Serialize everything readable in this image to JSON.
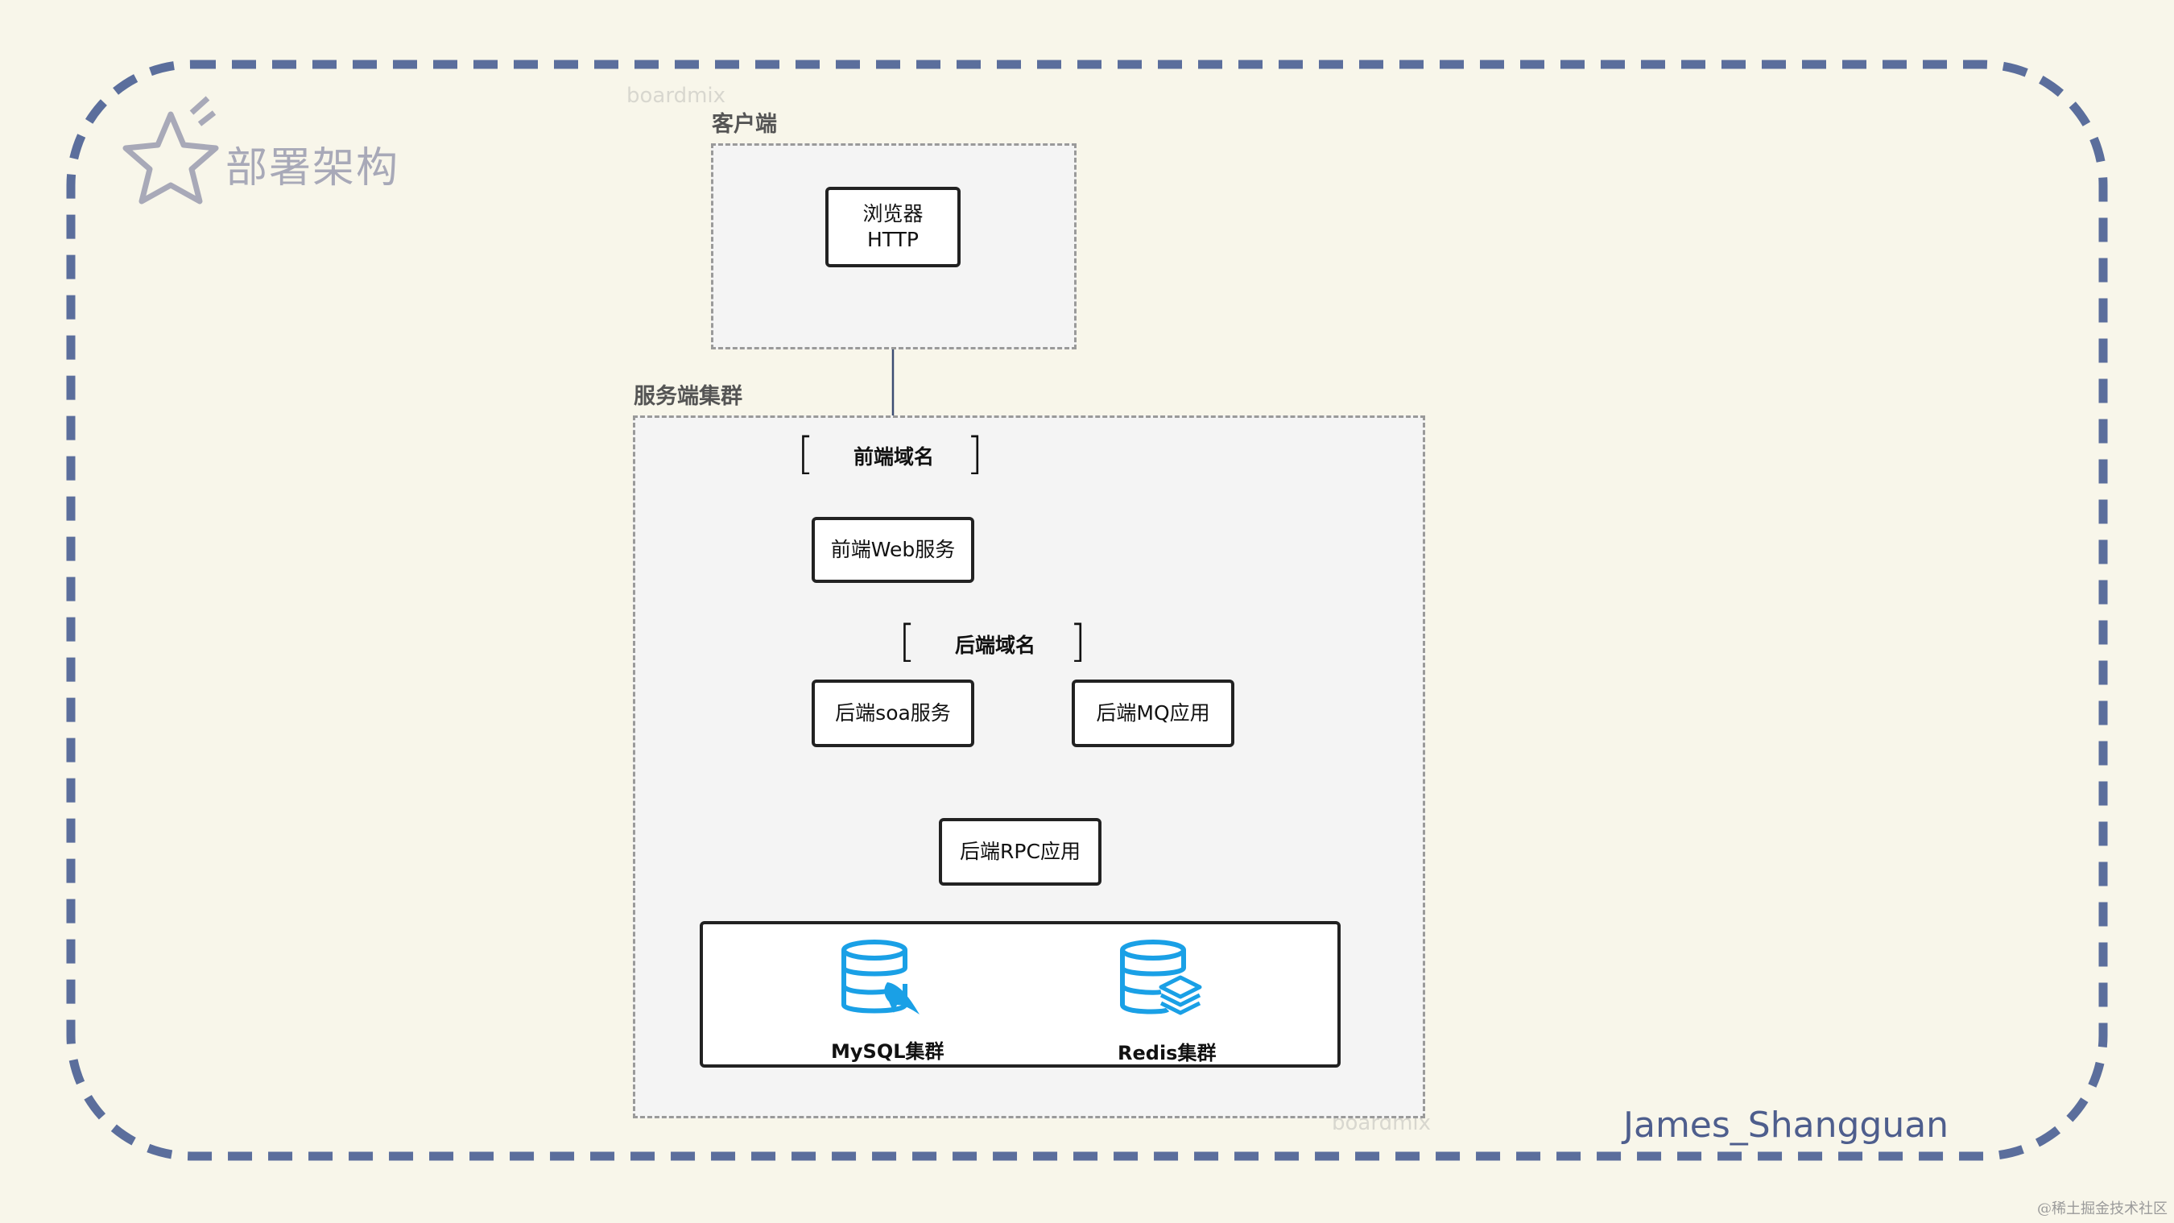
{
  "title": "部署架构",
  "watermarks": [
    "boardmix",
    "boardmix"
  ],
  "client_group": {
    "label": "客户端"
  },
  "server_group": {
    "label": "服务端集群"
  },
  "nodes": {
    "browser": {
      "line1": "浏览器",
      "line2": "HTTP"
    },
    "frontend_web": {
      "label": "前端Web服务"
    },
    "backend_soa": {
      "label": "后端soa服务"
    },
    "backend_mq": {
      "label": "后端MQ应用"
    },
    "backend_rpc": {
      "label": "后端RPC应用"
    }
  },
  "domains": {
    "frontend": "前端域名",
    "backend": "后端域名"
  },
  "storage": {
    "mysql": {
      "label": "MySQL集群",
      "icon": "mysql-database-icon"
    },
    "redis": {
      "label": "Redis集群",
      "icon": "redis-database-icon"
    }
  },
  "author": "James_Shangguan",
  "credit": "@稀土掘金技术社区",
  "colors": {
    "frame": "#5b6e9c",
    "db_icon": "#1aa0e6",
    "title_star": "#a8a9b8",
    "client_arrow": "#3d4d73"
  }
}
